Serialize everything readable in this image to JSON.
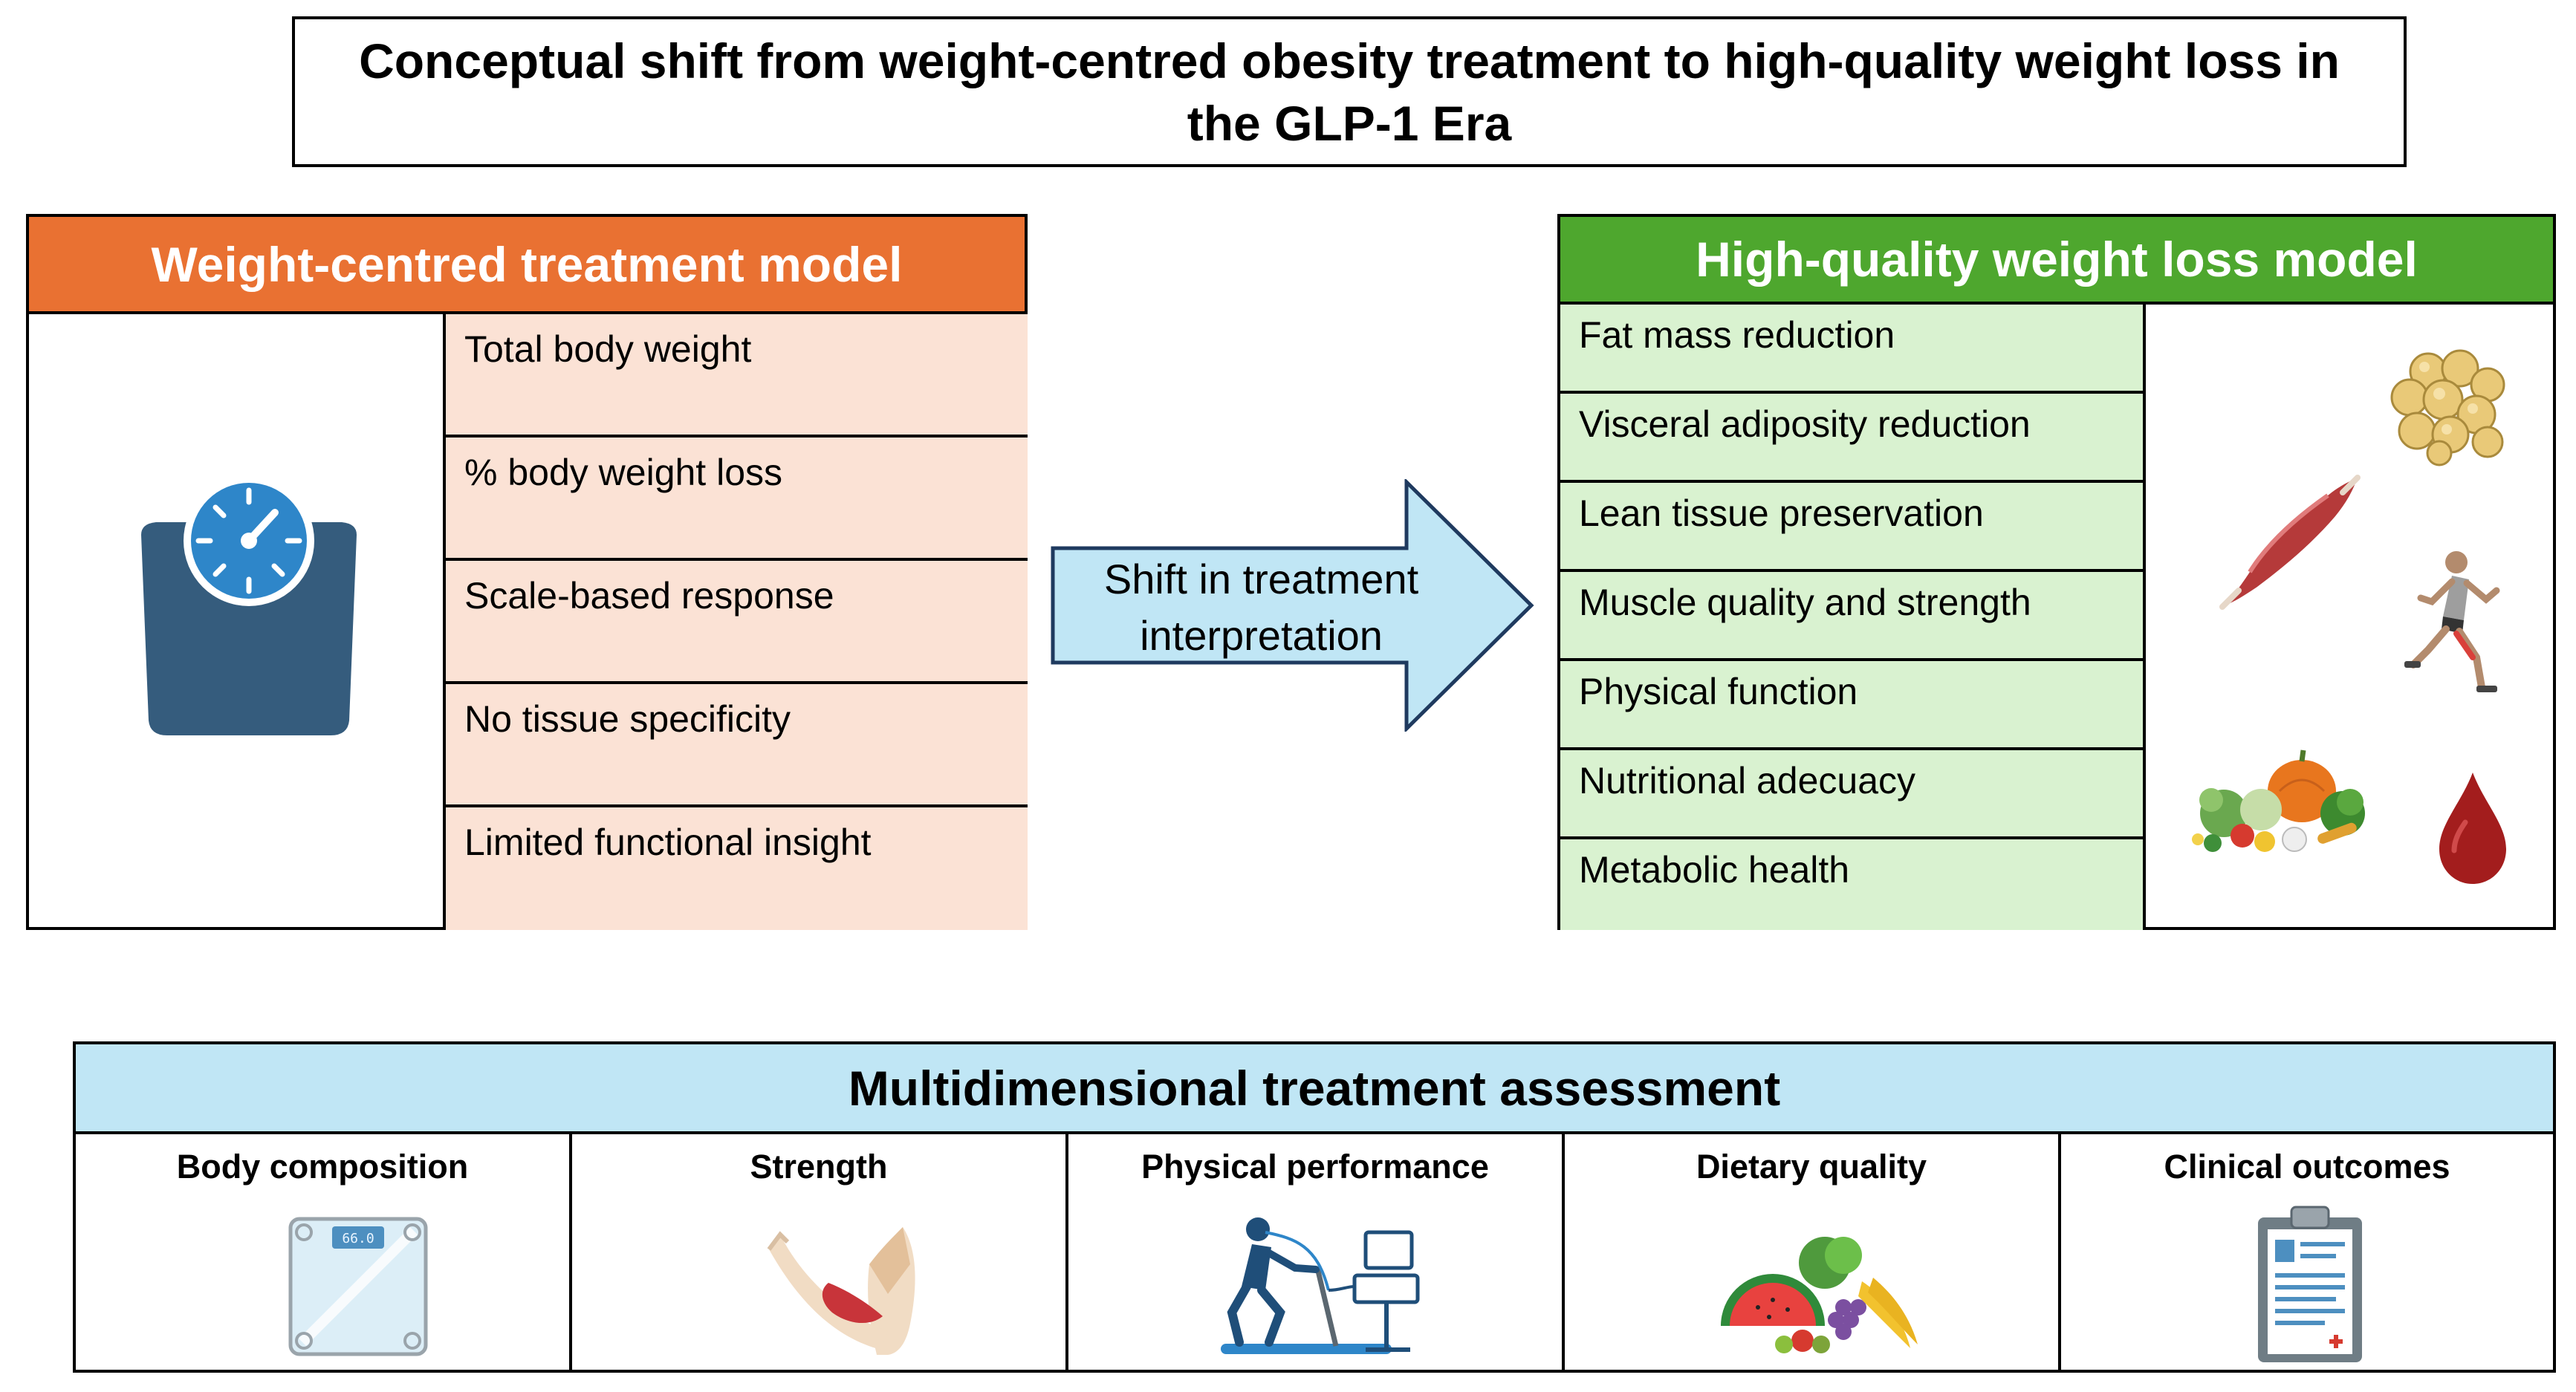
{
  "title": "Conceptual shift from weight-centred obesity treatment to high-quality weight loss in the GLP-1 Era",
  "left_model": {
    "header": "Weight-centred treatment model",
    "items": [
      "Total body weight",
      "% body weight loss",
      "Scale-based response",
      "No tissue specificity",
      "Limited functional insight"
    ],
    "icon": "bathroom-scale-icon"
  },
  "arrow": {
    "label": "Shift in treatment interpretation"
  },
  "right_model": {
    "header": "High-quality weight loss model",
    "items": [
      "Fat mass reduction",
      "Visceral adiposity reduction",
      "Lean tissue preservation",
      "Muscle quality and strength",
      "Physical function",
      "Nutritional adecuacy",
      "Metabolic health"
    ],
    "icons": [
      "fat-cells-icon",
      "muscle-icon",
      "runner-icon",
      "vegetables-icon",
      "blood-drop-icon"
    ]
  },
  "assessment": {
    "header": "Multidimensional treatment assessment",
    "cells": [
      {
        "label": "Body composition",
        "icon": "glass-scale-icon",
        "scale_reading": "66.0"
      },
      {
        "label": "Strength",
        "icon": "arm-muscle-icon"
      },
      {
        "label": "Physical performance",
        "icon": "treadmill-test-icon"
      },
      {
        "label": "Dietary quality",
        "icon": "fruits-vegetables-icon"
      },
      {
        "label": "Clinical outcomes",
        "icon": "clipboard-icon"
      }
    ]
  },
  "colors": {
    "left_header": "#e97132",
    "left_rows": "#fbe2d5",
    "right_header": "#4ea72e",
    "right_rows": "#d9f2d0",
    "assessment_header": "#c0e6f5",
    "arrow_fill": "#c0e6f5"
  }
}
